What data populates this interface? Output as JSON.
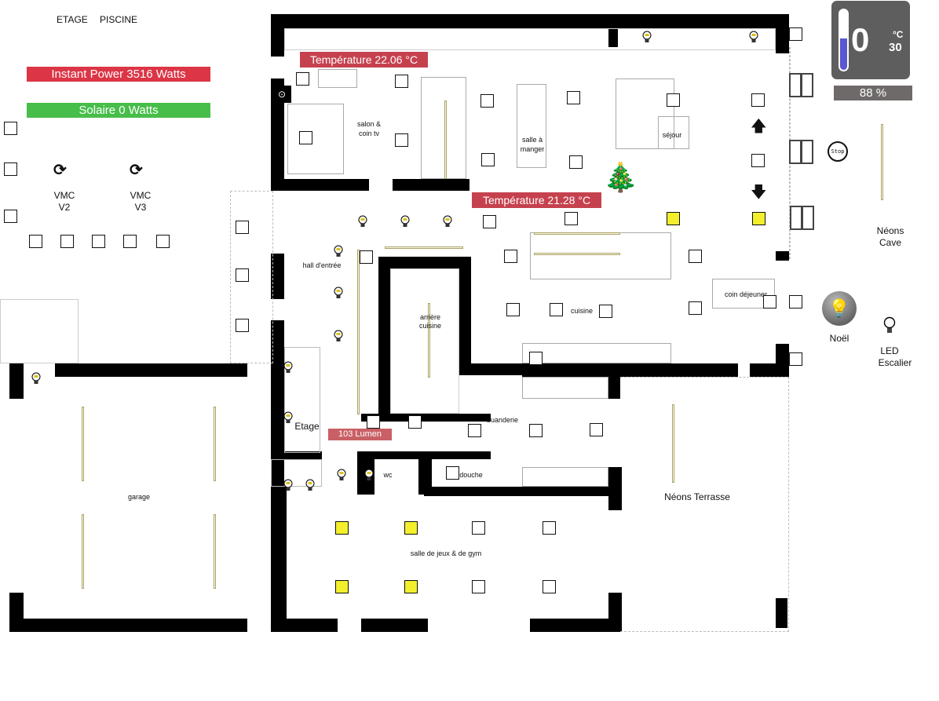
{
  "top_nav": {
    "etage": "ETAGE",
    "piscine": "PISCINE"
  },
  "power": {
    "instant_label": "Instant Power 3516 Watts",
    "instant_color": "#dc3545",
    "solar_label": "Solaire 0 Watts",
    "solar_color": "#47bd4a"
  },
  "vmc": [
    {
      "label1": "VMC",
      "label2": "V2"
    },
    {
      "label1": "VMC",
      "label2": "V3"
    }
  ],
  "thermo": {
    "value": "0",
    "unit": "°C",
    "max": "30",
    "humidity": "88 %",
    "fill_fraction": 0.5
  },
  "temperatures": {
    "salon": "Température 22.06 °C",
    "sejour": "Température 21.28 °C"
  },
  "lumen": "103 Lumen",
  "rooms": {
    "salon": "salon &",
    "salon2": "coin tv",
    "salle_manger": "salle à",
    "salle_manger2": "manger",
    "sejour": "séjour",
    "hall": "hall d'entrée",
    "arriere": "arrière",
    "arriere2": "cuisine",
    "cuisine": "cuisine",
    "coin_dej": "coin déjeuner",
    "buanderie": "buanderie",
    "wc": "wc",
    "douche": "douche",
    "garage": "garage",
    "jeux": "salle de jeux & de gym",
    "terrasse": "Néons Terrasse",
    "etage": "Etage"
  },
  "side": {
    "stop": "Stop",
    "neons_cave1": "Néons",
    "neons_cave2": "Cave",
    "noel": "Noël",
    "led1": "LED",
    "led2": "Escalier"
  }
}
